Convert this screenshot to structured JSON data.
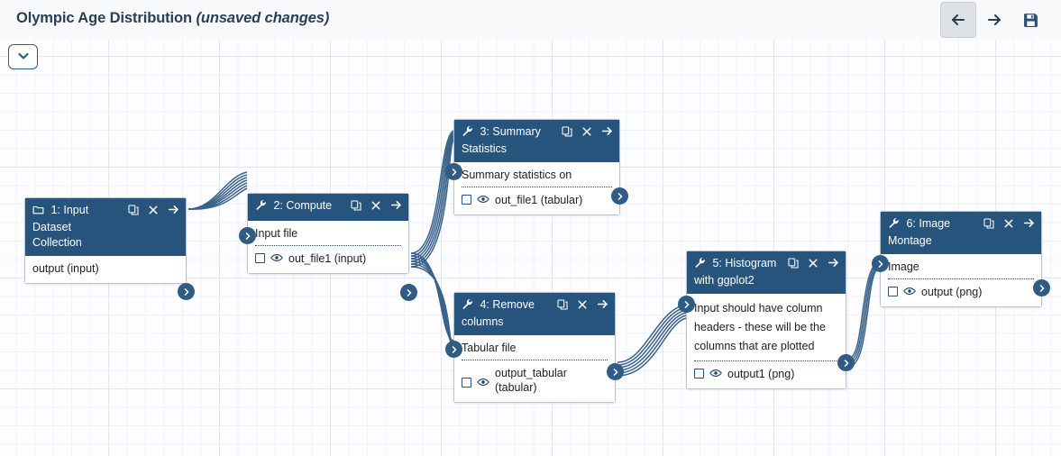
{
  "header": {
    "title": "Olympic Age Distribution",
    "unsaved_label": "(unsaved changes)",
    "actions": [
      {
        "name": "undo-button",
        "icon": "arrow-left-icon",
        "active": true
      },
      {
        "name": "redo-button",
        "icon": "arrow-right-icon",
        "active": false
      },
      {
        "name": "save-button",
        "icon": "save-icon",
        "active": false
      }
    ]
  },
  "canvas": {
    "toggle_icon": "chevron-down-icon",
    "grid": {
      "minor_color": "#eef3fa",
      "major_color": "#dce8f5",
      "background": "#fdfdff"
    }
  },
  "colors": {
    "node_header": "#26547c",
    "connector": "#2f5b85",
    "title_text": "#2a3f54",
    "topbar_bg": "#f8f9fa",
    "active_button_bg": "#dee2e6"
  },
  "nodes": [
    {
      "id": "node1",
      "title": "1: Input Dataset Collection",
      "type_icon": "folder-icon",
      "header_icons": [
        "duplicate-icon",
        "close-icon",
        "arrow-right-icon"
      ],
      "inputs": [],
      "outputs": [
        {
          "label": "output (input)",
          "has_checkbox": false,
          "has_eye": false
        }
      ]
    },
    {
      "id": "node2",
      "title": "2: Compute",
      "type_icon": "wrench-icon",
      "header_icons": [
        "duplicate-icon",
        "close-icon",
        "arrow-right-icon"
      ],
      "inputs": [
        {
          "label": "Input file"
        }
      ],
      "outputs": [
        {
          "label": "out_file1 (input)",
          "has_checkbox": true,
          "has_eye": true
        }
      ]
    },
    {
      "id": "node3",
      "title": "3: Summary Statistics",
      "type_icon": "wrench-icon",
      "header_icons": [
        "duplicate-icon",
        "close-icon",
        "arrow-right-icon"
      ],
      "inputs": [
        {
          "label": "Summary statistics on"
        }
      ],
      "outputs": [
        {
          "label": "out_file1 (tabular)",
          "has_checkbox": true,
          "has_eye": true
        }
      ]
    },
    {
      "id": "node4",
      "title": "4: Remove columns",
      "type_icon": "wrench-icon",
      "header_icons": [
        "duplicate-icon",
        "close-icon",
        "arrow-right-icon"
      ],
      "inputs": [
        {
          "label": "Tabular file"
        }
      ],
      "outputs": [
        {
          "label": "output_tabular (tabular)",
          "has_checkbox": true,
          "has_eye": true
        }
      ]
    },
    {
      "id": "node5",
      "title": "5: Histogram with ggplot2",
      "type_icon": "wrench-icon",
      "header_icons": [
        "duplicate-icon",
        "close-icon",
        "arrow-right-icon"
      ],
      "inputs": [
        {
          "label": "Input should have column headers - these will be the columns that are plotted"
        }
      ],
      "outputs": [
        {
          "label": "output1 (png)",
          "has_checkbox": true,
          "has_eye": true
        }
      ]
    },
    {
      "id": "node6",
      "title": "6: Image Montage",
      "type_icon": "wrench-icon",
      "header_icons": [
        "duplicate-icon",
        "close-icon",
        "arrow-right-icon"
      ],
      "inputs": [
        {
          "label": "Image"
        }
      ],
      "outputs": [
        {
          "label": "output (png)",
          "has_checkbox": true,
          "has_eye": true
        }
      ]
    }
  ],
  "connections": [
    {
      "from": "node1.output",
      "to": "node2.Input file",
      "style": "fan"
    },
    {
      "from": "node2.out_file1",
      "to": "node3.Summary statistics on",
      "style": "fan"
    },
    {
      "from": "node2.out_file1",
      "to": "node4.Tabular file",
      "style": "fan"
    },
    {
      "from": "node4.output_tabular",
      "to": "node5.input",
      "style": "fan"
    },
    {
      "from": "node5.output1",
      "to": "node6.Image",
      "style": "single"
    }
  ]
}
